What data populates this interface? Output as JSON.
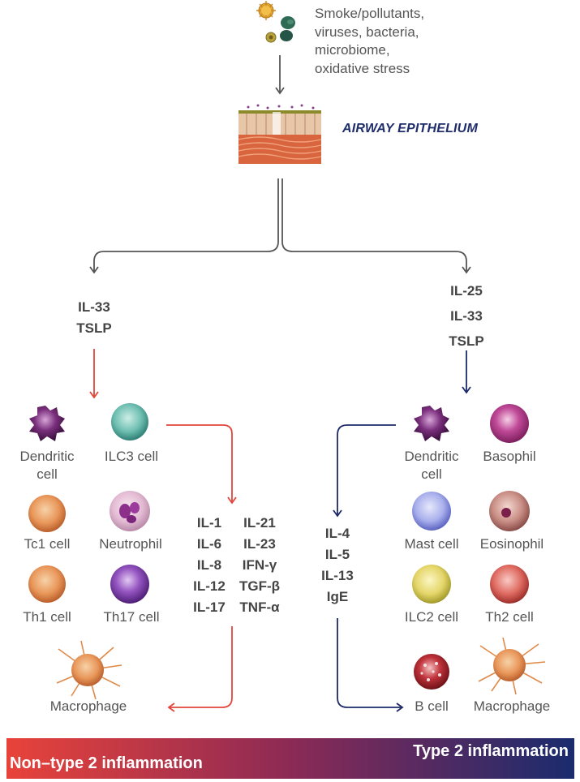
{
  "triggers": [
    "Smoke/pollutants,",
    "viruses, bacteria,",
    "microbiome,",
    "oxidative stress"
  ],
  "epithelium_label": "AIRWAY EPITHELIUM",
  "left_branch": {
    "cytokines": [
      "IL-33",
      "TSLP"
    ],
    "cells": {
      "dendritic_1": "Dendritic",
      "dendritic_2": "cell",
      "ilc3": "ILC3 cell",
      "tc1": "Tc1 cell",
      "neutrophil": "Neutrophil",
      "th1": "Th1 cell",
      "th17": "Th17 cell",
      "macrophage": "Macrophage"
    },
    "mediators_col1": [
      "IL-1",
      "IL-6",
      "IL-8",
      "IL-12",
      "IL-17"
    ],
    "mediators_col2": [
      "IL-21",
      "IL-23",
      "IFN-γ",
      "TGF-β",
      "TNF-α"
    ]
  },
  "right_branch": {
    "cytokines": [
      "IL-25",
      "IL-33",
      "TSLP"
    ],
    "mediators": [
      "IL-4",
      "IL-5",
      "IL-13",
      "IgE"
    ],
    "cells": {
      "dendritic_1": "Dendritic",
      "dendritic_2": "cell",
      "basophil": "Basophil",
      "mast": "Mast cell",
      "eosinophil": "Eosinophil",
      "ilc2": "ILC2 cell",
      "th2": "Th2 cell",
      "bcell": "B cell",
      "macrophage": "Macrophage"
    }
  },
  "banner": {
    "left": "Non–type 2 inflammation",
    "right": "Type 2 inflammation"
  },
  "colors": {
    "red": "#e2453a",
    "navy": "#1c2a6b",
    "gray_arrow": "#555555"
  }
}
